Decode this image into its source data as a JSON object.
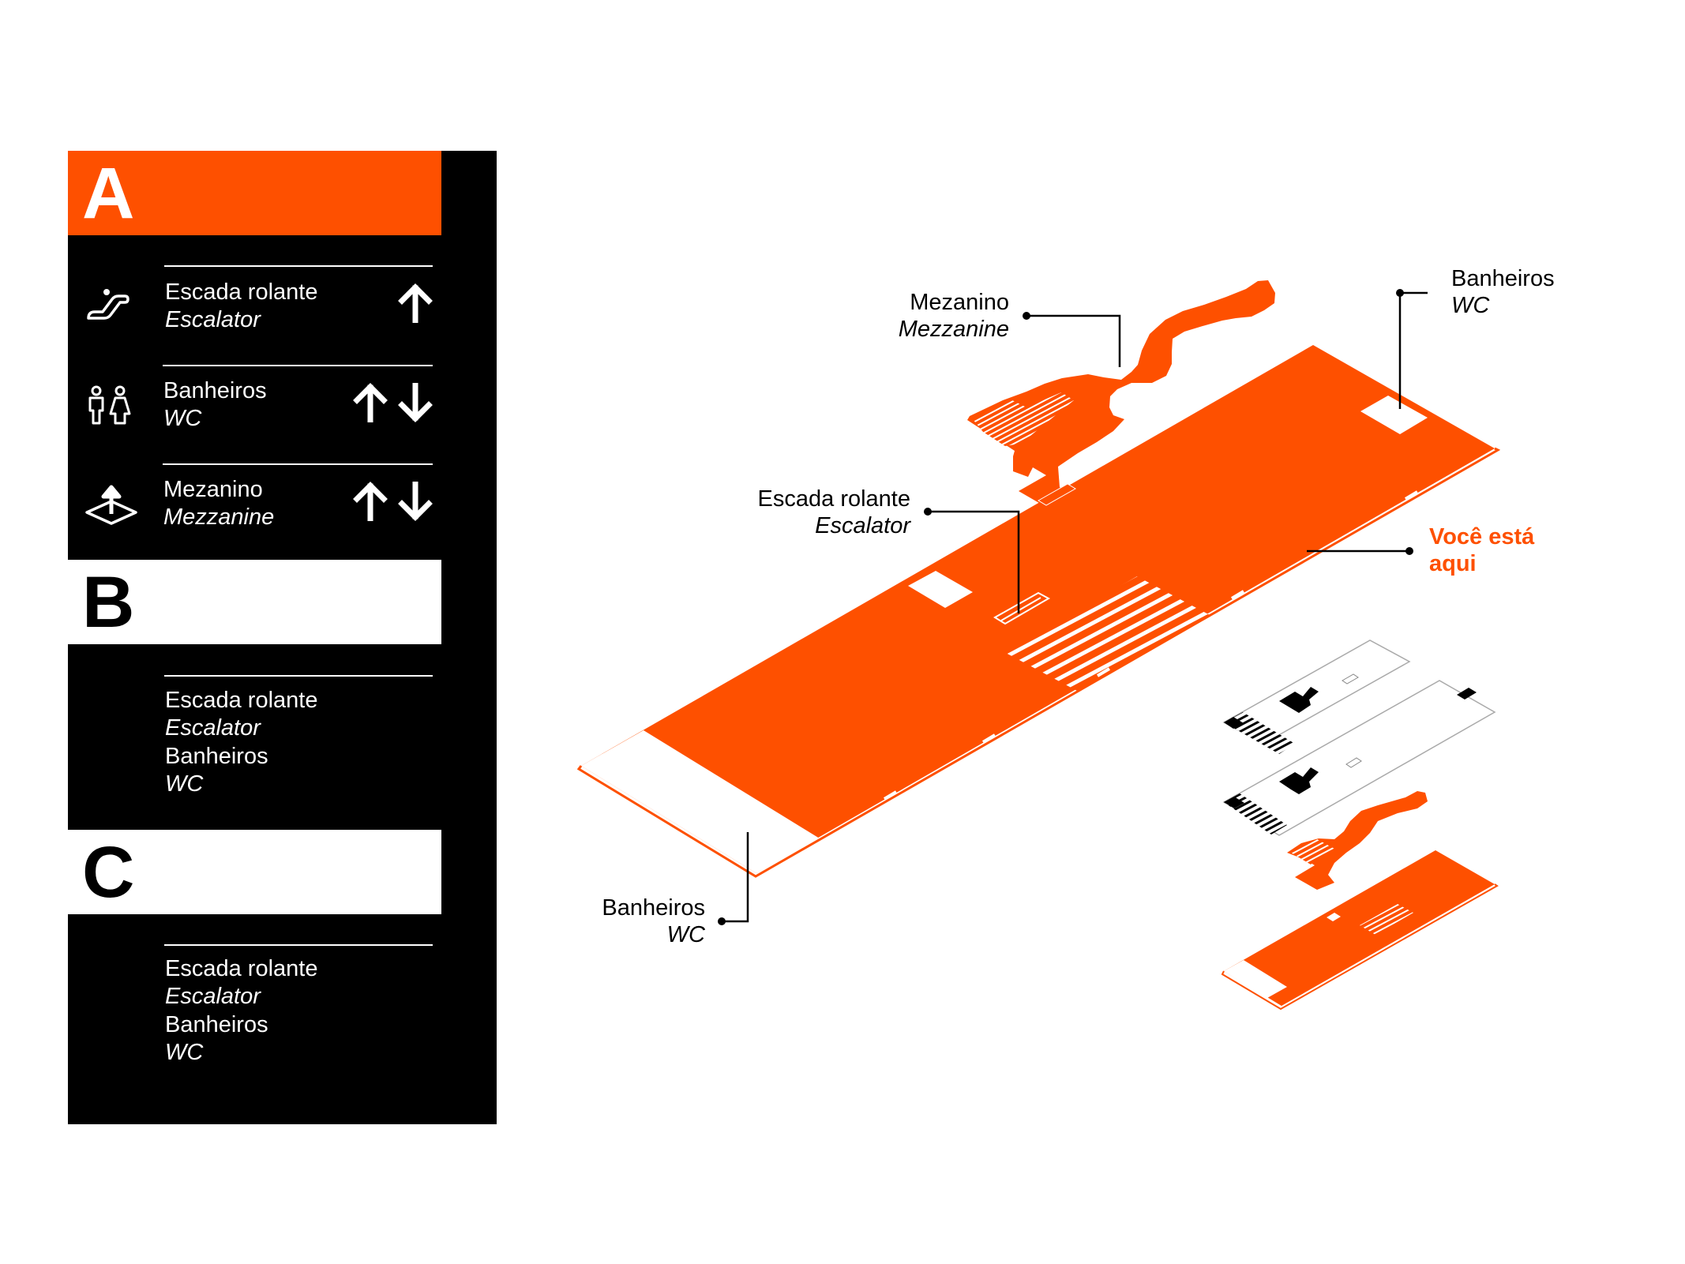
{
  "colors": {
    "accent": "#fe5000",
    "panel": "#000000",
    "paper": "#ffffff"
  },
  "sign": {
    "sections": [
      {
        "letter": "A",
        "rows": [
          {
            "icon": "escalator-icon",
            "label": "Escada rolante",
            "sublabel": "Escalator",
            "arrows": [
              "up"
            ]
          },
          {
            "icon": "restroom-icon",
            "label": "Banheiros",
            "sublabel": "WC",
            "arrows": [
              "up",
              "down"
            ]
          },
          {
            "icon": "mezzanine-icon",
            "label": "Mezanino",
            "sublabel": "Mezzanine",
            "arrows": [
              "up",
              "down"
            ]
          }
        ]
      },
      {
        "letter": "B",
        "items": [
          {
            "label": "Escada rolante",
            "sublabel": "Escalator"
          },
          {
            "label": "Banheiros",
            "sublabel": "WC"
          }
        ]
      },
      {
        "letter": "C",
        "items": [
          {
            "label": "Escada rolante",
            "sublabel": "Escalator"
          },
          {
            "label": "Banheiros",
            "sublabel": "WC"
          }
        ]
      }
    ]
  },
  "map": {
    "callouts": {
      "mezzanine": {
        "label": "Mezanino",
        "sublabel": "Mezzanine"
      },
      "restroom_top": {
        "label": "Banheiros",
        "sublabel": "WC"
      },
      "escalator": {
        "label": "Escada rolante",
        "sublabel": "Escalator"
      },
      "you_are_here": {
        "line1": "Você está",
        "line2": "aqui"
      },
      "restroom_bottom": {
        "label": "Banheiros",
        "sublabel": "WC"
      }
    }
  }
}
